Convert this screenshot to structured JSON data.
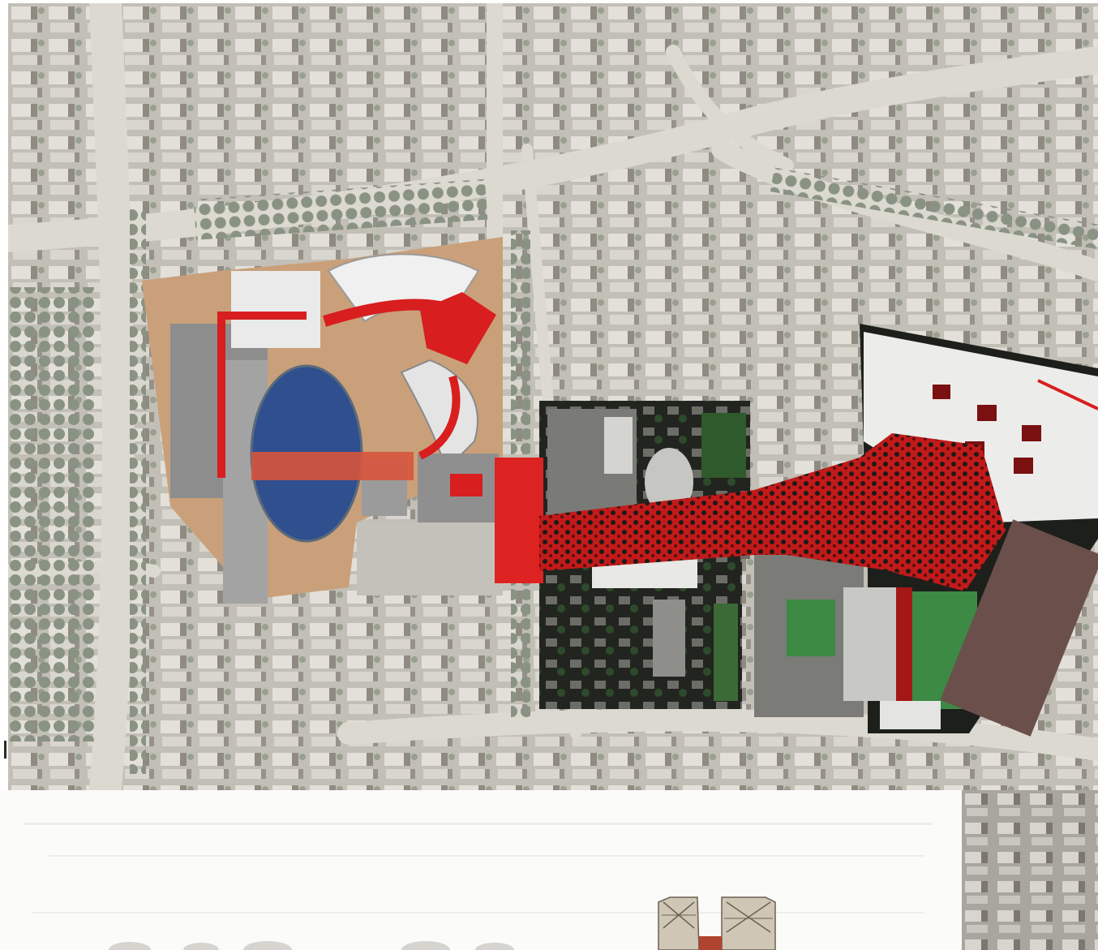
{
  "title": "",
  "colors": {
    "background": "#ffffff",
    "aerial_base": "#bfbcb4",
    "street": "#d7d4cc",
    "building_light": "#e6e3dc",
    "building_shadow": "#8c8880",
    "tree": "#8e9786",
    "plaza_ground": "#c9a07a",
    "path_red": "#d81e1e",
    "water_blue": "#2f4f8f",
    "courtyard_green": "#3c8a44",
    "dark_block": "#1a1c18"
  },
  "layers": [
    {
      "name": "aerial-photo-base"
    },
    {
      "name": "west-plaza-site"
    },
    {
      "name": "central-courtyard-block"
    },
    {
      "name": "east-housing-block"
    },
    {
      "name": "red-pedestrian-path"
    },
    {
      "name": "elevation-section-panel"
    }
  ],
  "icons": []
}
